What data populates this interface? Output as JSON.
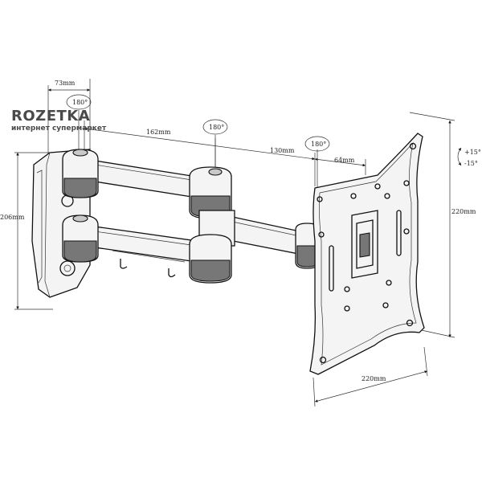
{
  "logo": {
    "name": "ROZETKA",
    "subtitle": "интернет супермаркет"
  },
  "dimensions": {
    "depth": "73mm",
    "height": "206mm",
    "arm_length": "162mm",
    "arm_extension": "130mm",
    "plate_offset": "64mm",
    "plate_height": "220mm",
    "plate_width": "220mm"
  },
  "rotation": {
    "wall_joint": "180°",
    "elbow_joint": "180°",
    "plate_joint": "180°"
  },
  "tilt": {
    "up": "+15°",
    "down": "-15°"
  }
}
